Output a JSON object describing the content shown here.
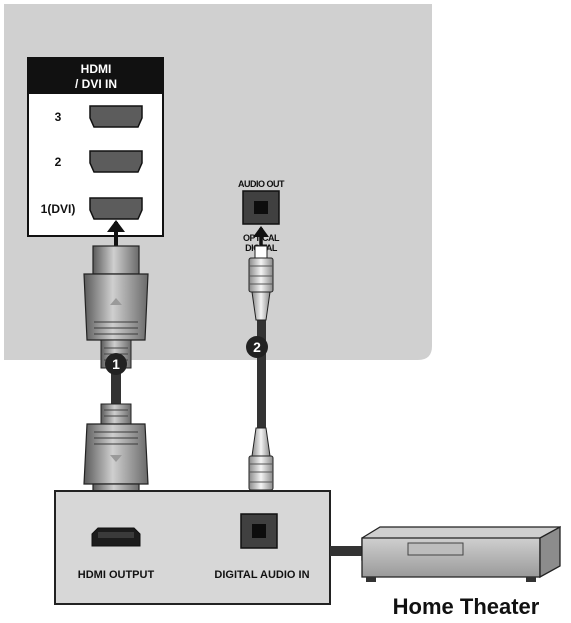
{
  "tv_panel": {
    "hdmi_header_line1": "HDMI",
    "hdmi_header_line2": "/ DVI IN",
    "ports": [
      {
        "label": "3"
      },
      {
        "label": "2"
      },
      {
        "label": "1(DVI)"
      }
    ],
    "audio_out_label": "AUDIO OUT",
    "optical_label": "OPTICAL",
    "digital_label": "DIGITAL"
  },
  "steps": [
    {
      "number": "1"
    },
    {
      "number": "2"
    }
  ],
  "device_panel": {
    "hdmi_output_label": "HDMI OUTPUT",
    "digital_audio_in_label": "DIGITAL AUDIO IN"
  },
  "device_name": "Home Theater",
  "colors": {
    "tv_panel": "#d0d0d0",
    "device_panel": "#d7d7d7",
    "header_bar": "#111111",
    "cable": "#333333",
    "step_badge": "#222222"
  }
}
